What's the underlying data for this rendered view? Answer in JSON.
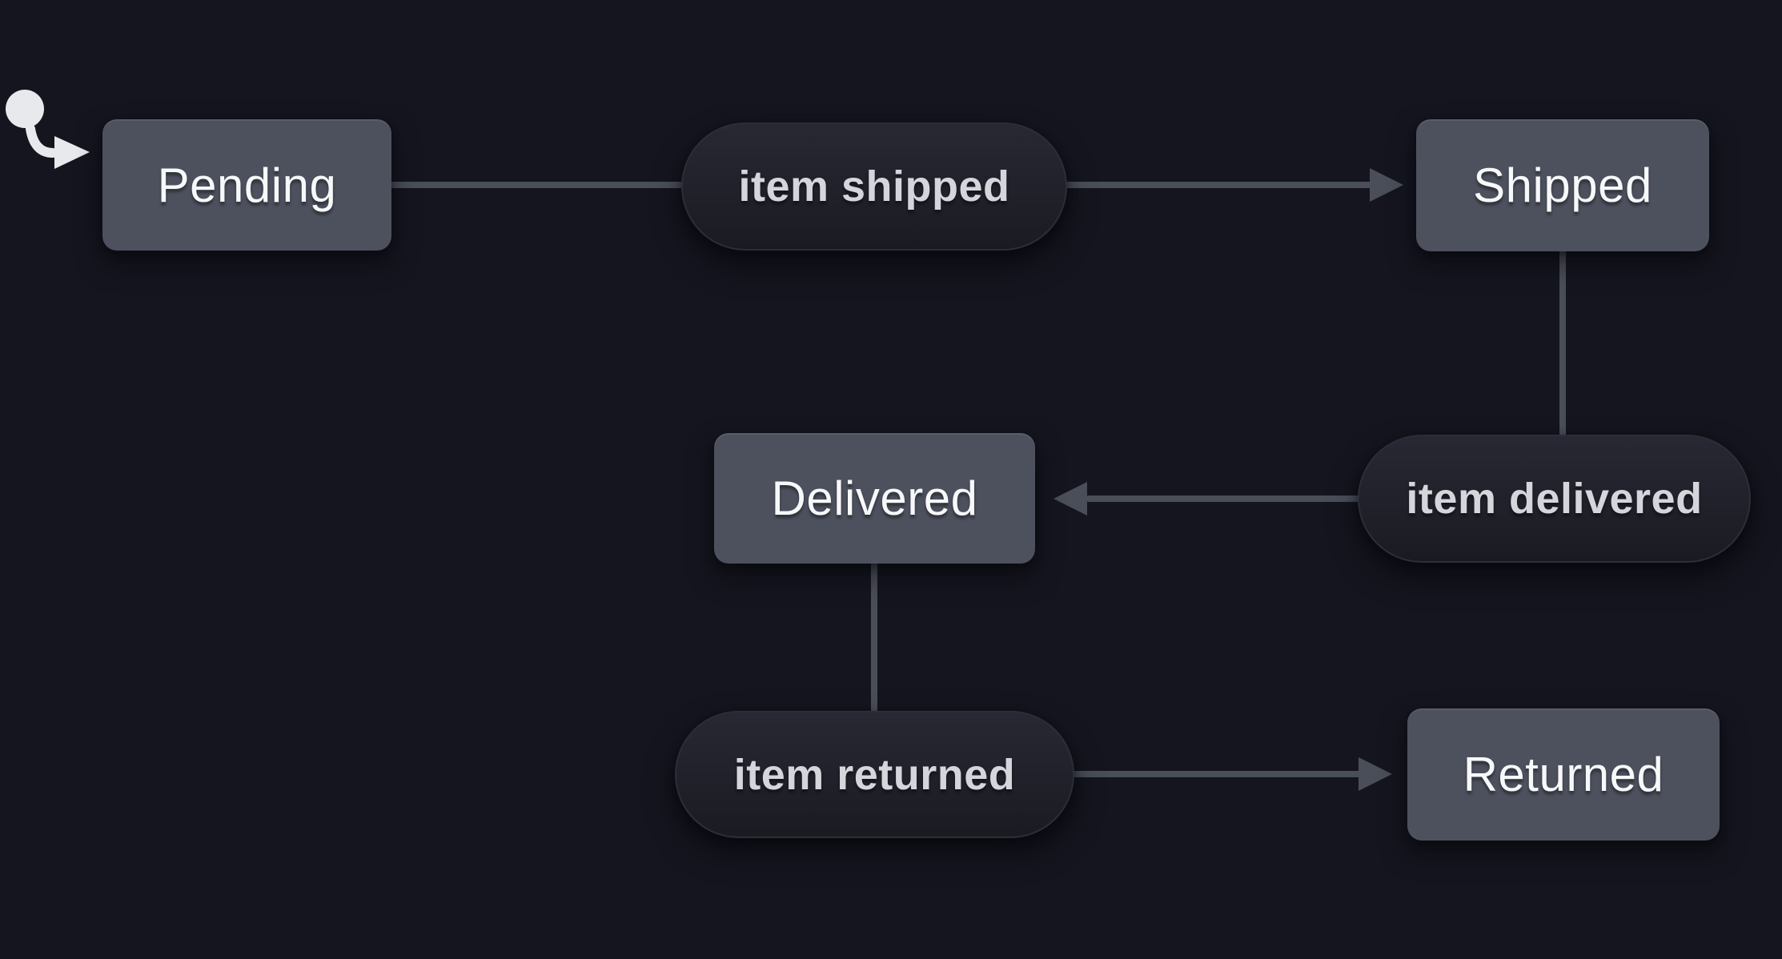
{
  "diagram": {
    "type": "state-machine",
    "initial_state": "Pending",
    "nodes": {
      "pending": {
        "label": "Pending"
      },
      "shipped": {
        "label": "Shipped"
      },
      "delivered": {
        "label": "Delivered"
      },
      "returned": {
        "label": "Returned"
      }
    },
    "events": {
      "item_shipped": {
        "label": "item shipped"
      },
      "item_delivered": {
        "label": "item delivered"
      },
      "item_returned": {
        "label": "item returned"
      }
    },
    "transitions": [
      {
        "from": "Pending",
        "event": "item shipped",
        "to": "Shipped"
      },
      {
        "from": "Shipped",
        "event": "item delivered",
        "to": "Delivered"
      },
      {
        "from": "Delivered",
        "event": "item returned",
        "to": "Returned"
      }
    ],
    "colors": {
      "background": "#14151e",
      "state_fill": "#4d515d",
      "state_text": "#f7f8fa",
      "event_text": "#d4d6dc",
      "event_fill_top": "#272833",
      "event_fill_bottom": "#1a1b22",
      "event_border": "#2c2d38",
      "connector": "#4a4e59",
      "initial_marker": "#e7e9ec"
    }
  }
}
